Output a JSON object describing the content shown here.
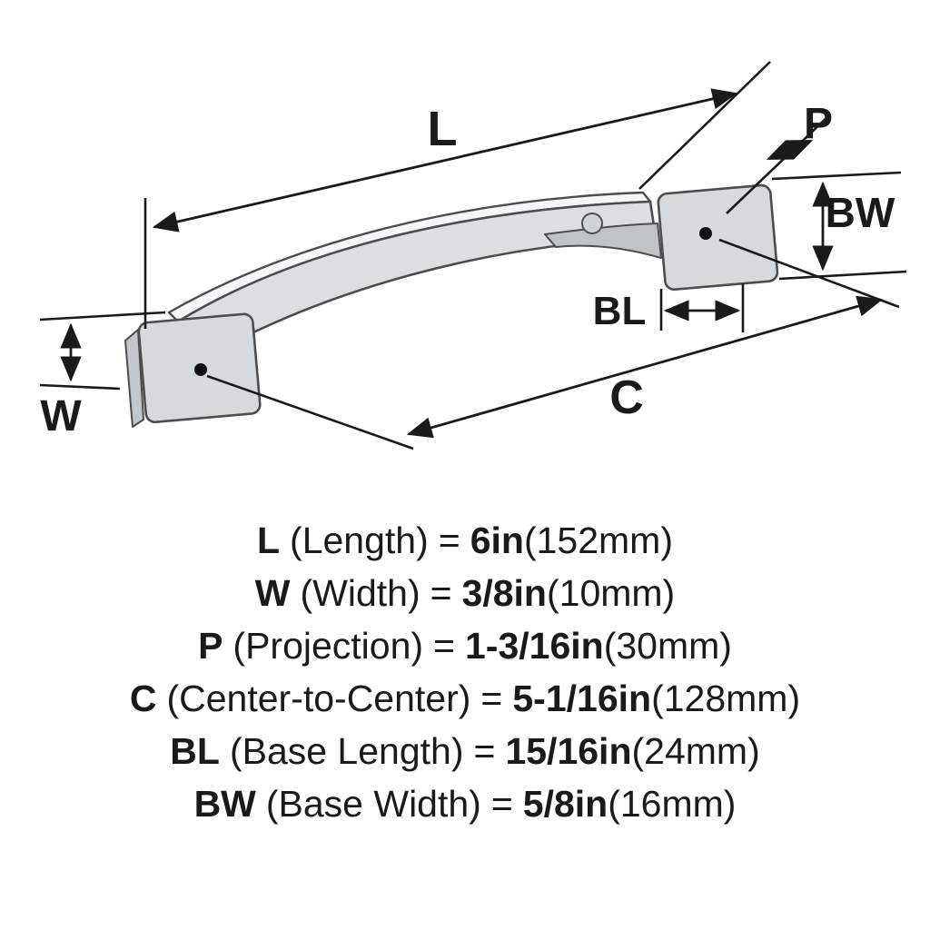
{
  "diagram": {
    "labels": {
      "L": "L",
      "P": "P",
      "BW": "BW",
      "BL": "BL",
      "C": "C",
      "W": "W"
    }
  },
  "specs": [
    {
      "abbr": "L",
      "name": "(Length)",
      "eq": "=",
      "value": "6in",
      "metric": "(152mm)"
    },
    {
      "abbr": "W",
      "name": "(Width)",
      "eq": "=",
      "value": "3/8in",
      "metric": "(10mm)"
    },
    {
      "abbr": "P",
      "name": "(Projection)",
      "eq": "=",
      "value": "1-3/16in",
      "metric": "(30mm)"
    },
    {
      "abbr": "C",
      "name": "(Center-to-Center)",
      "eq": "=",
      "value": "5-1/16in",
      "metric": "(128mm)"
    },
    {
      "abbr": "BL",
      "name": "(Base Length)",
      "eq": "=",
      "value": "15/16in",
      "metric": "(24mm)"
    },
    {
      "abbr": "BW",
      "name": "(Base Width)",
      "eq": "=",
      "value": "5/8in",
      "metric": "(16mm)"
    }
  ]
}
